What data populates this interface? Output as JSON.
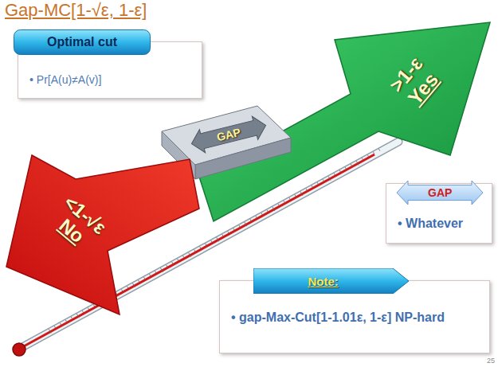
{
  "diagram": {
    "title": "Gap-MC[1-√ε, 1-ε]",
    "nodes": [
      {
        "text": [
          "Optimal cut",
          "• Pr[A(u)≠A(v)]"
        ]
      },
      {
        "text": [
          ">1-ε",
          "Yes"
        ]
      },
      {
        "text": [
          "GAP"
        ]
      },
      {
        "text": [
          "<1-√ε",
          "No"
        ]
      },
      {
        "text": [
          "GAP",
          "• Whatever"
        ]
      },
      {
        "text": [
          "Note:",
          "• gap-Max-Cut[1-1.01ε, 1-ε] NP-hard"
        ]
      }
    ],
    "labels": [
      "25"
    ]
  }
}
